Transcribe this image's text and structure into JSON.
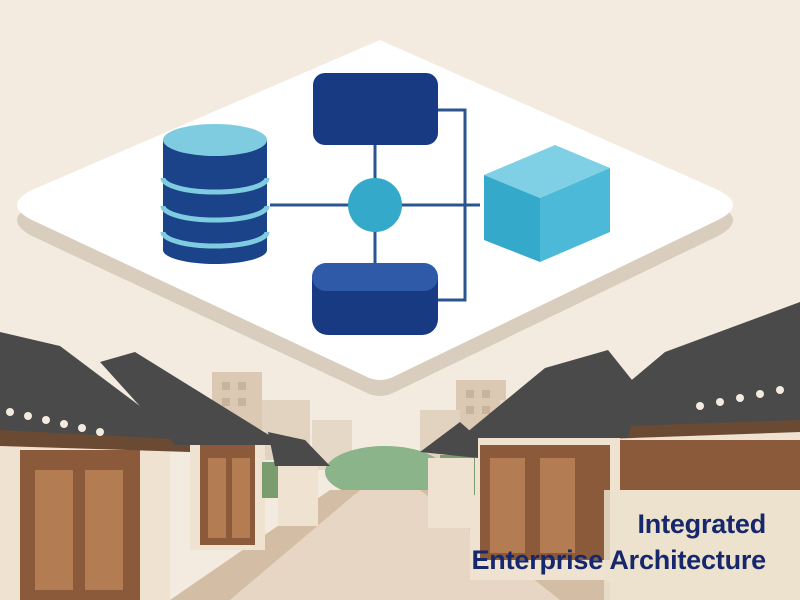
{
  "title": {
    "line1": "Integrated",
    "line2": "Enterprise Architecture"
  },
  "colors": {
    "background": "#f3ebe0",
    "navy": "#16286b",
    "primary_block": "#173a82",
    "secondary_block": "#2f5aa8",
    "database": "#1b4389",
    "database_band": "#7fcce0",
    "hub": "#35a9c9",
    "cube": "#45b3d4",
    "platform": "#ffffff",
    "wood": "#8a5a3a",
    "roof": "#4a4a4a"
  },
  "diagram": {
    "nodes": [
      "database-icon",
      "service-block-top",
      "central-hub",
      "service-block-bottom",
      "cube-icon"
    ]
  }
}
